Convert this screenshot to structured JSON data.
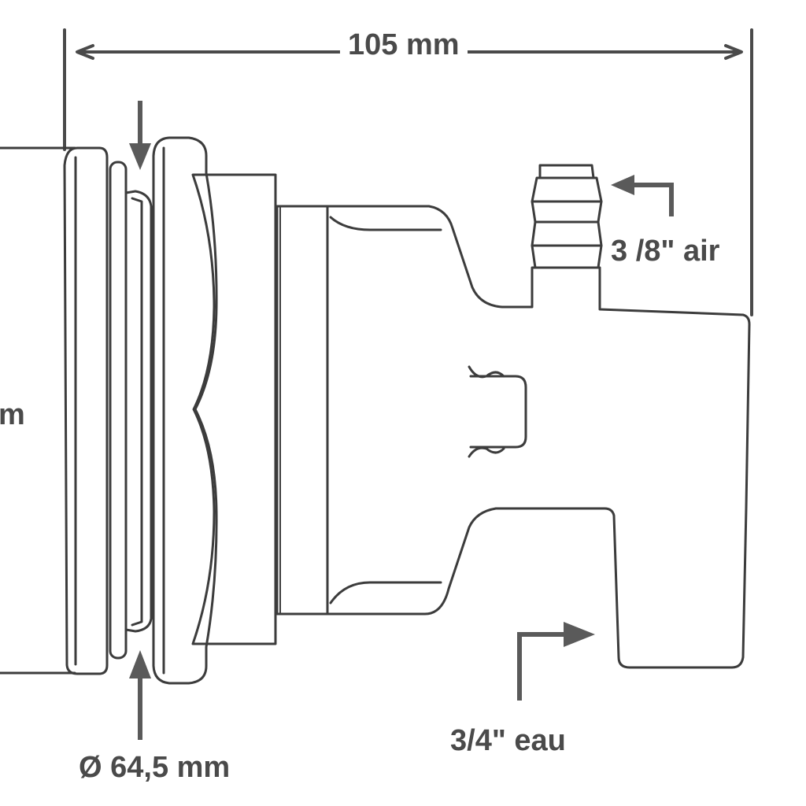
{
  "diagram": {
    "colors": {
      "line": "#3c3c3c",
      "dimension": "#4a4a4a",
      "arrow": "#5a5a5a",
      "background": "#ffffff"
    },
    "labels": {
      "overall_width": "105 mm",
      "air_inlet": "3 /8\" air",
      "water_inlet": "3/4\" eau",
      "diameter": "Ø 64,5 mm",
      "height_partial": "m"
    }
  }
}
